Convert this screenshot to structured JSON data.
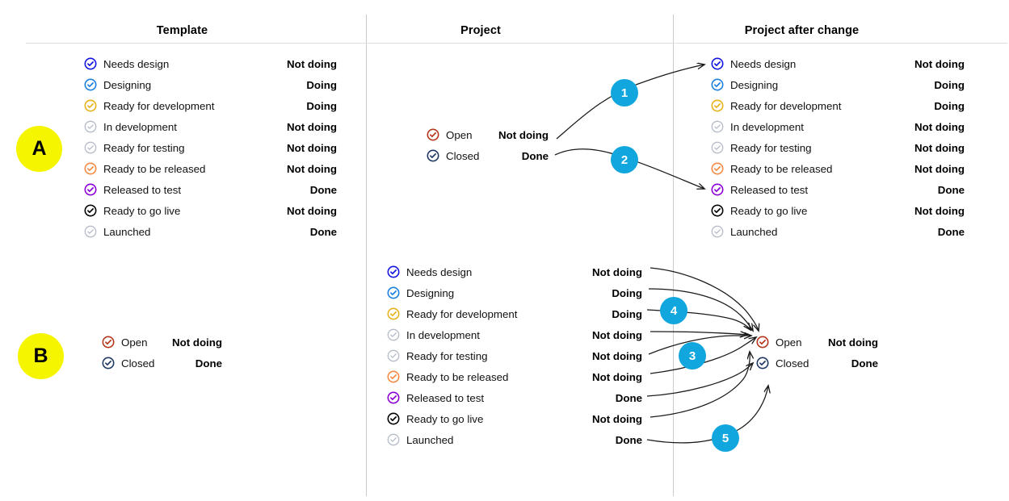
{
  "columns": {
    "template": "Template",
    "project": "Project",
    "project_after": "Project after change"
  },
  "markers": {
    "a": "A",
    "b": "B"
  },
  "badges": {
    "one": "1",
    "two": "2",
    "three": "3",
    "four": "4",
    "five": "5"
  },
  "statuses": {
    "not_doing": "Not doing",
    "doing": "Doing",
    "done": "Done"
  },
  "colors": {
    "badge": "#11a6de",
    "marker": "#f6f500",
    "icon_blue_dark": "#1414e0",
    "icon_blue": "#1d7fe0",
    "icon_amber": "#e8b21c",
    "icon_gray": "#b4bcc8",
    "icon_orange": "#f58a44",
    "icon_purple": "#8a00d4",
    "icon_black": "#000000",
    "icon_red": "#b5351b",
    "icon_navy": "#1f3864",
    "divider": "#c9c9cf",
    "rule": "#dededf",
    "arrow": "#1a1a1a"
  },
  "template_workflow": {
    "items": [
      {
        "label": "Needs design",
        "status": "Not doing",
        "icon": "check-circle-icon",
        "color": "#1414e0"
      },
      {
        "label": "Designing",
        "status": "Doing",
        "icon": "check-circle-icon",
        "color": "#1d7fe0"
      },
      {
        "label": "Ready for development",
        "status": "Doing",
        "icon": "check-circle-icon",
        "color": "#e8b21c"
      },
      {
        "label": "In development",
        "status": "Not doing",
        "icon": "check-circle-icon",
        "color": "#b4bcc8"
      },
      {
        "label": "Ready for testing",
        "status": "Not doing",
        "icon": "check-circle-icon",
        "color": "#b4bcc8"
      },
      {
        "label": "Ready to be released",
        "status": "Not doing",
        "icon": "check-circle-icon",
        "color": "#f58a44"
      },
      {
        "label": "Released to test",
        "status": "Done",
        "icon": "check-circle-icon",
        "color": "#8a00d4"
      },
      {
        "label": "Ready to go live",
        "status": "Not doing",
        "icon": "check-circle-icon",
        "color": "#000000"
      },
      {
        "label": "Launched",
        "status": "Done",
        "icon": "check-circle-icon",
        "color": "#b4bcc8"
      }
    ]
  },
  "project_statuses": {
    "items": [
      {
        "label": "Open",
        "status": "Not doing",
        "icon": "check-circle-icon",
        "color": "#b5351b"
      },
      {
        "label": "Closed",
        "status": "Done",
        "icon": "check-circle-icon",
        "color": "#1f3864"
      }
    ]
  },
  "project_after_workflow": {
    "items": [
      {
        "label": "Needs design",
        "status": "Not doing",
        "icon": "check-circle-icon",
        "color": "#1414e0"
      },
      {
        "label": "Designing",
        "status": "Doing",
        "icon": "check-circle-icon",
        "color": "#1d7fe0"
      },
      {
        "label": "Ready for development",
        "status": "Doing",
        "icon": "check-circle-icon",
        "color": "#e8b21c"
      },
      {
        "label": "In development",
        "status": "Not doing",
        "icon": "check-circle-icon",
        "color": "#b4bcc8"
      },
      {
        "label": "Ready for testing",
        "status": "Not doing",
        "icon": "check-circle-icon",
        "color": "#b4bcc8"
      },
      {
        "label": "Ready to be released",
        "status": "Not doing",
        "icon": "check-circle-icon",
        "color": "#f58a44"
      },
      {
        "label": "Released to test",
        "status": "Done",
        "icon": "check-circle-icon",
        "color": "#8a00d4"
      },
      {
        "label": "Ready to go live",
        "status": "Not doing",
        "icon": "check-circle-icon",
        "color": "#000000"
      },
      {
        "label": "Launched",
        "status": "Done",
        "icon": "check-circle-icon",
        "color": "#b4bcc8"
      }
    ]
  },
  "mappings": {
    "top": [
      {
        "badge": "1",
        "from": "Open",
        "to": "Needs design"
      },
      {
        "badge": "2",
        "from": "Closed",
        "to": "Released to test"
      }
    ],
    "bottom": [
      {
        "badge": "4",
        "from": "Needs design",
        "to": "Open"
      },
      {
        "badge": "4",
        "from": "Designing",
        "to": "Open"
      },
      {
        "badge": "4",
        "from": "Ready for development",
        "to": "Open"
      },
      {
        "badge": "3",
        "from": "In development",
        "to": "Open"
      },
      {
        "badge": "3",
        "from": "Ready for testing",
        "to": "Open"
      },
      {
        "badge": "3",
        "from": "Ready to be released",
        "to": "Open"
      },
      {
        "badge": "5",
        "from": "Released to test",
        "to": "Closed"
      },
      {
        "badge": "5",
        "from": "Ready to go live",
        "to": "Open"
      },
      {
        "badge": "5",
        "from": "Launched",
        "to": "Closed"
      }
    ]
  }
}
